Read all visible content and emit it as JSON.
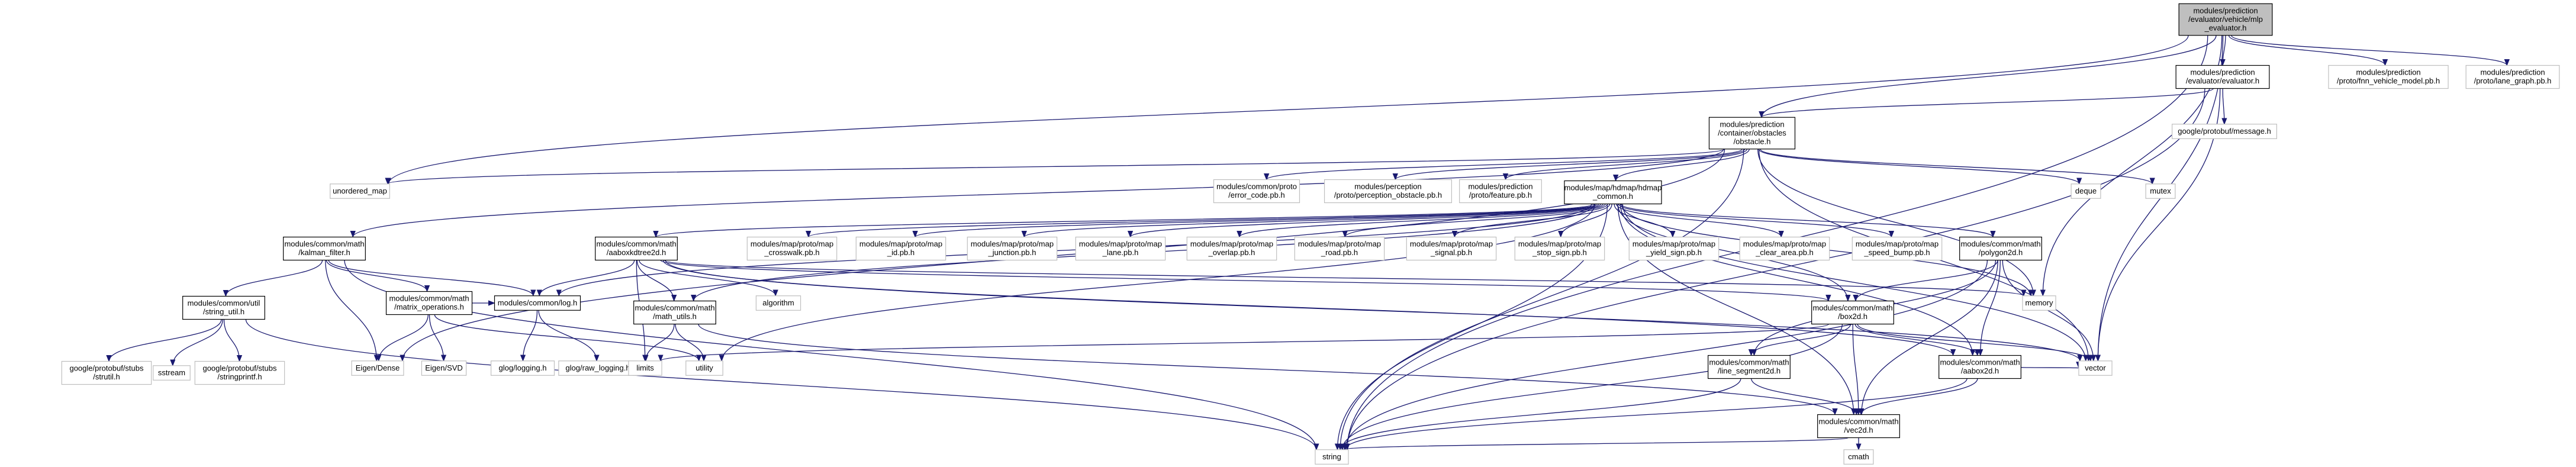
{
  "colors": {
    "background": "#ffffff",
    "node_border": "#000000",
    "node_border_external": "#bfbfbf",
    "root_fill": "#bfbfbf",
    "edge": "#191970",
    "text": "#000000"
  },
  "graph": {
    "root": "n_root",
    "nodes": [
      {
        "id": "n_root",
        "lines": [
          "modules/prediction",
          "/evaluator/vehicle/mlp",
          "_evaluator.h"
        ],
        "kind": "root"
      },
      {
        "id": "n_evaluator",
        "lines": [
          "modules/prediction",
          "/evaluator/evaluator.h"
        ],
        "kind": "internal"
      },
      {
        "id": "n_fnn",
        "lines": [
          "modules/prediction",
          "/proto/fnn_vehicle_model.pb.h"
        ],
        "kind": "external"
      },
      {
        "id": "n_lanegraph",
        "lines": [
          "modules/prediction",
          "/proto/lane_graph.pb.h"
        ],
        "kind": "external"
      },
      {
        "id": "n_obstacle",
        "lines": [
          "modules/prediction",
          "/container/obstacles",
          "/obstacle.h"
        ],
        "kind": "internal"
      },
      {
        "id": "n_gmsg",
        "lines": [
          "google/protobuf/message.h"
        ],
        "kind": "external"
      },
      {
        "id": "n_umap",
        "lines": [
          "unordered_map"
        ],
        "kind": "external"
      },
      {
        "id": "n_errcode",
        "lines": [
          "modules/common/proto",
          "/error_code.pb.h"
        ],
        "kind": "external"
      },
      {
        "id": "n_perc",
        "lines": [
          "modules/perception",
          "/proto/perception_obstacle.pb.h"
        ],
        "kind": "external"
      },
      {
        "id": "n_feature",
        "lines": [
          "modules/prediction",
          "/proto/feature.pb.h"
        ],
        "kind": "external"
      },
      {
        "id": "n_hdmap",
        "lines": [
          "modules/map/hdmap/hdmap",
          "_common.h"
        ],
        "kind": "internal"
      },
      {
        "id": "n_deque",
        "lines": [
          "deque"
        ],
        "kind": "external"
      },
      {
        "id": "n_mutex",
        "lines": [
          "mutex"
        ],
        "kind": "external"
      },
      {
        "id": "n_kalman",
        "lines": [
          "modules/common/math",
          "/kalman_filter.h"
        ],
        "kind": "internal"
      },
      {
        "id": "n_aabox",
        "lines": [
          "modules/common/math",
          "/aaboxkdtree2d.h"
        ],
        "kind": "internal"
      },
      {
        "id": "n_crosswalk",
        "lines": [
          "modules/map/proto/map",
          "_crosswalk.pb.h"
        ],
        "kind": "external"
      },
      {
        "id": "n_mapid",
        "lines": [
          "modules/map/proto/map",
          "_id.pb.h"
        ],
        "kind": "external"
      },
      {
        "id": "n_junction",
        "lines": [
          "modules/map/proto/map",
          "_junction.pb.h"
        ],
        "kind": "external"
      },
      {
        "id": "n_lane",
        "lines": [
          "modules/map/proto/map",
          "_lane.pb.h"
        ],
        "kind": "external"
      },
      {
        "id": "n_overlap",
        "lines": [
          "modules/map/proto/map",
          "_overlap.pb.h"
        ],
        "kind": "external"
      },
      {
        "id": "n_road",
        "lines": [
          "modules/map/proto/map",
          "_road.pb.h"
        ],
        "kind": "external"
      },
      {
        "id": "n_signal",
        "lines": [
          "modules/map/proto/map",
          "_signal.pb.h"
        ],
        "kind": "external"
      },
      {
        "id": "n_stopsign",
        "lines": [
          "modules/map/proto/map",
          "_stop_sign.pb.h"
        ],
        "kind": "external"
      },
      {
        "id": "n_yield",
        "lines": [
          "modules/map/proto/map",
          "_yield_sign.pb.h"
        ],
        "kind": "external"
      },
      {
        "id": "n_cleararea",
        "lines": [
          "modules/map/proto/map",
          "_clear_area.pb.h"
        ],
        "kind": "external"
      },
      {
        "id": "n_speedbump",
        "lines": [
          "modules/map/proto/map",
          "_speed_bump.pb.h"
        ],
        "kind": "external"
      },
      {
        "id": "n_polygon",
        "lines": [
          "modules/common/math",
          "/polygon2d.h"
        ],
        "kind": "internal"
      },
      {
        "id": "n_stringutil",
        "lines": [
          "modules/common/util",
          "/string_util.h"
        ],
        "kind": "internal"
      },
      {
        "id": "n_matrixops",
        "lines": [
          "modules/common/math",
          "/matrix_operations.h"
        ],
        "kind": "internal"
      },
      {
        "id": "n_log",
        "lines": [
          "modules/common/log.h"
        ],
        "kind": "internal"
      },
      {
        "id": "n_mathutils",
        "lines": [
          "modules/common/math",
          "/math_utils.h"
        ],
        "kind": "internal"
      },
      {
        "id": "n_algorithm",
        "lines": [
          "algorithm"
        ],
        "kind": "external"
      },
      {
        "id": "n_memory",
        "lines": [
          "memory"
        ],
        "kind": "external"
      },
      {
        "id": "n_box2d",
        "lines": [
          "modules/common/math",
          "/box2d.h"
        ],
        "kind": "internal"
      },
      {
        "id": "n_strutil",
        "lines": [
          "google/protobuf/stubs",
          "/strutil.h"
        ],
        "kind": "external"
      },
      {
        "id": "n_sstream",
        "lines": [
          "sstream"
        ],
        "kind": "external"
      },
      {
        "id": "n_stringprintf",
        "lines": [
          "google/protobuf/stubs",
          "/stringprintf.h"
        ],
        "kind": "external"
      },
      {
        "id": "n_eigendense",
        "lines": [
          "Eigen/Dense"
        ],
        "kind": "external"
      },
      {
        "id": "n_eigensvd",
        "lines": [
          "Eigen/SVD"
        ],
        "kind": "external"
      },
      {
        "id": "n_glog",
        "lines": [
          "glog/logging.h"
        ],
        "kind": "external"
      },
      {
        "id": "n_rawlog",
        "lines": [
          "glog/raw_logging.h"
        ],
        "kind": "external"
      },
      {
        "id": "n_limits",
        "lines": [
          "limits"
        ],
        "kind": "external"
      },
      {
        "id": "n_utility",
        "lines": [
          "utility"
        ],
        "kind": "external"
      },
      {
        "id": "n_lineseg",
        "lines": [
          "modules/common/math",
          "/line_segment2d.h"
        ],
        "kind": "internal"
      },
      {
        "id": "n_aabox2d",
        "lines": [
          "modules/common/math",
          "/aabox2d.h"
        ],
        "kind": "internal"
      },
      {
        "id": "n_vector",
        "lines": [
          "vector"
        ],
        "kind": "external"
      },
      {
        "id": "n_vec2d",
        "lines": [
          "modules/common/math",
          "/vec2d.h"
        ],
        "kind": "internal"
      },
      {
        "id": "n_string",
        "lines": [
          "string"
        ],
        "kind": "external"
      },
      {
        "id": "n_cmath",
        "lines": [
          "cmath"
        ],
        "kind": "external"
      }
    ],
    "edges": [
      [
        "n_root",
        "n_evaluator"
      ],
      [
        "n_root",
        "n_fnn"
      ],
      [
        "n_root",
        "n_lanegraph"
      ],
      [
        "n_root",
        "n_obstacle"
      ],
      [
        "n_root",
        "n_umap"
      ],
      [
        "n_root",
        "n_string"
      ],
      [
        "n_root",
        "n_vector"
      ],
      [
        "n_root",
        "n_memory"
      ],
      [
        "n_evaluator",
        "n_obstacle"
      ],
      [
        "n_evaluator",
        "n_gmsg"
      ],
      [
        "n_evaluator",
        "n_vector"
      ],
      [
        "n_evaluator",
        "n_string"
      ],
      [
        "n_obstacle",
        "n_umap"
      ],
      [
        "n_obstacle",
        "n_errcode"
      ],
      [
        "n_obstacle",
        "n_perc"
      ],
      [
        "n_obstacle",
        "n_feature"
      ],
      [
        "n_obstacle",
        "n_hdmap"
      ],
      [
        "n_obstacle",
        "n_deque"
      ],
      [
        "n_obstacle",
        "n_mutex"
      ],
      [
        "n_obstacle",
        "n_kalman"
      ],
      [
        "n_obstacle",
        "n_memory"
      ],
      [
        "n_obstacle",
        "n_vector"
      ],
      [
        "n_obstacle",
        "n_string"
      ],
      [
        "n_obstacle",
        "n_eigendense"
      ],
      [
        "n_hdmap",
        "n_aabox"
      ],
      [
        "n_hdmap",
        "n_crosswalk"
      ],
      [
        "n_hdmap",
        "n_mapid"
      ],
      [
        "n_hdmap",
        "n_junction"
      ],
      [
        "n_hdmap",
        "n_lane"
      ],
      [
        "n_hdmap",
        "n_overlap"
      ],
      [
        "n_hdmap",
        "n_road"
      ],
      [
        "n_hdmap",
        "n_signal"
      ],
      [
        "n_hdmap",
        "n_stopsign"
      ],
      [
        "n_hdmap",
        "n_yield"
      ],
      [
        "n_hdmap",
        "n_cleararea"
      ],
      [
        "n_hdmap",
        "n_speedbump"
      ],
      [
        "n_hdmap",
        "n_polygon"
      ],
      [
        "n_hdmap",
        "n_memory"
      ],
      [
        "n_hdmap",
        "n_vector"
      ],
      [
        "n_hdmap",
        "n_string"
      ],
      [
        "n_hdmap",
        "n_log"
      ],
      [
        "n_hdmap",
        "n_mathutils"
      ],
      [
        "n_hdmap",
        "n_utility"
      ],
      [
        "n_hdmap",
        "n_box2d"
      ],
      [
        "n_hdmap",
        "n_aabox2d"
      ],
      [
        "n_hdmap",
        "n_vec2d"
      ],
      [
        "n_kalman",
        "n_stringutil"
      ],
      [
        "n_kalman",
        "n_matrixops"
      ],
      [
        "n_kalman",
        "n_log"
      ],
      [
        "n_kalman",
        "n_eigendense"
      ],
      [
        "n_kalman",
        "n_string"
      ],
      [
        "n_aabox",
        "n_log"
      ],
      [
        "n_aabox",
        "n_mathutils"
      ],
      [
        "n_aabox",
        "n_algorithm"
      ],
      [
        "n_aabox",
        "n_memory"
      ],
      [
        "n_aabox",
        "n_aabox2d"
      ],
      [
        "n_aabox",
        "n_limits"
      ],
      [
        "n_aabox",
        "n_vector"
      ],
      [
        "n_aabox",
        "n_box2d"
      ],
      [
        "n_stringutil",
        "n_strutil"
      ],
      [
        "n_stringutil",
        "n_sstream"
      ],
      [
        "n_stringutil",
        "n_stringprintf"
      ],
      [
        "n_stringutil",
        "n_string"
      ],
      [
        "n_matrixops",
        "n_eigendense"
      ],
      [
        "n_matrixops",
        "n_eigensvd"
      ],
      [
        "n_matrixops",
        "n_log"
      ],
      [
        "n_matrixops",
        "n_utility"
      ],
      [
        "n_log",
        "n_glog"
      ],
      [
        "n_log",
        "n_rawlog"
      ],
      [
        "n_mathutils",
        "n_limits"
      ],
      [
        "n_mathutils",
        "n_utility"
      ],
      [
        "n_mathutils",
        "n_vec2d"
      ],
      [
        "n_polygon",
        "n_box2d"
      ],
      [
        "n_polygon",
        "n_lineseg"
      ],
      [
        "n_polygon",
        "n_aabox2d"
      ],
      [
        "n_polygon",
        "n_vec2d"
      ],
      [
        "n_polygon",
        "n_vector"
      ],
      [
        "n_polygon",
        "n_string"
      ],
      [
        "n_box2d",
        "n_lineseg"
      ],
      [
        "n_box2d",
        "n_aabox2d"
      ],
      [
        "n_box2d",
        "n_vec2d"
      ],
      [
        "n_box2d",
        "n_vector"
      ],
      [
        "n_box2d",
        "n_string"
      ],
      [
        "n_box2d",
        "n_limits"
      ],
      [
        "n_lineseg",
        "n_vec2d"
      ],
      [
        "n_lineseg",
        "n_string"
      ],
      [
        "n_aabox2d",
        "n_vec2d"
      ],
      [
        "n_aabox2d",
        "n_vector"
      ],
      [
        "n_aabox2d",
        "n_string"
      ],
      [
        "n_vec2d",
        "n_cmath"
      ],
      [
        "n_vec2d",
        "n_string"
      ]
    ]
  }
}
